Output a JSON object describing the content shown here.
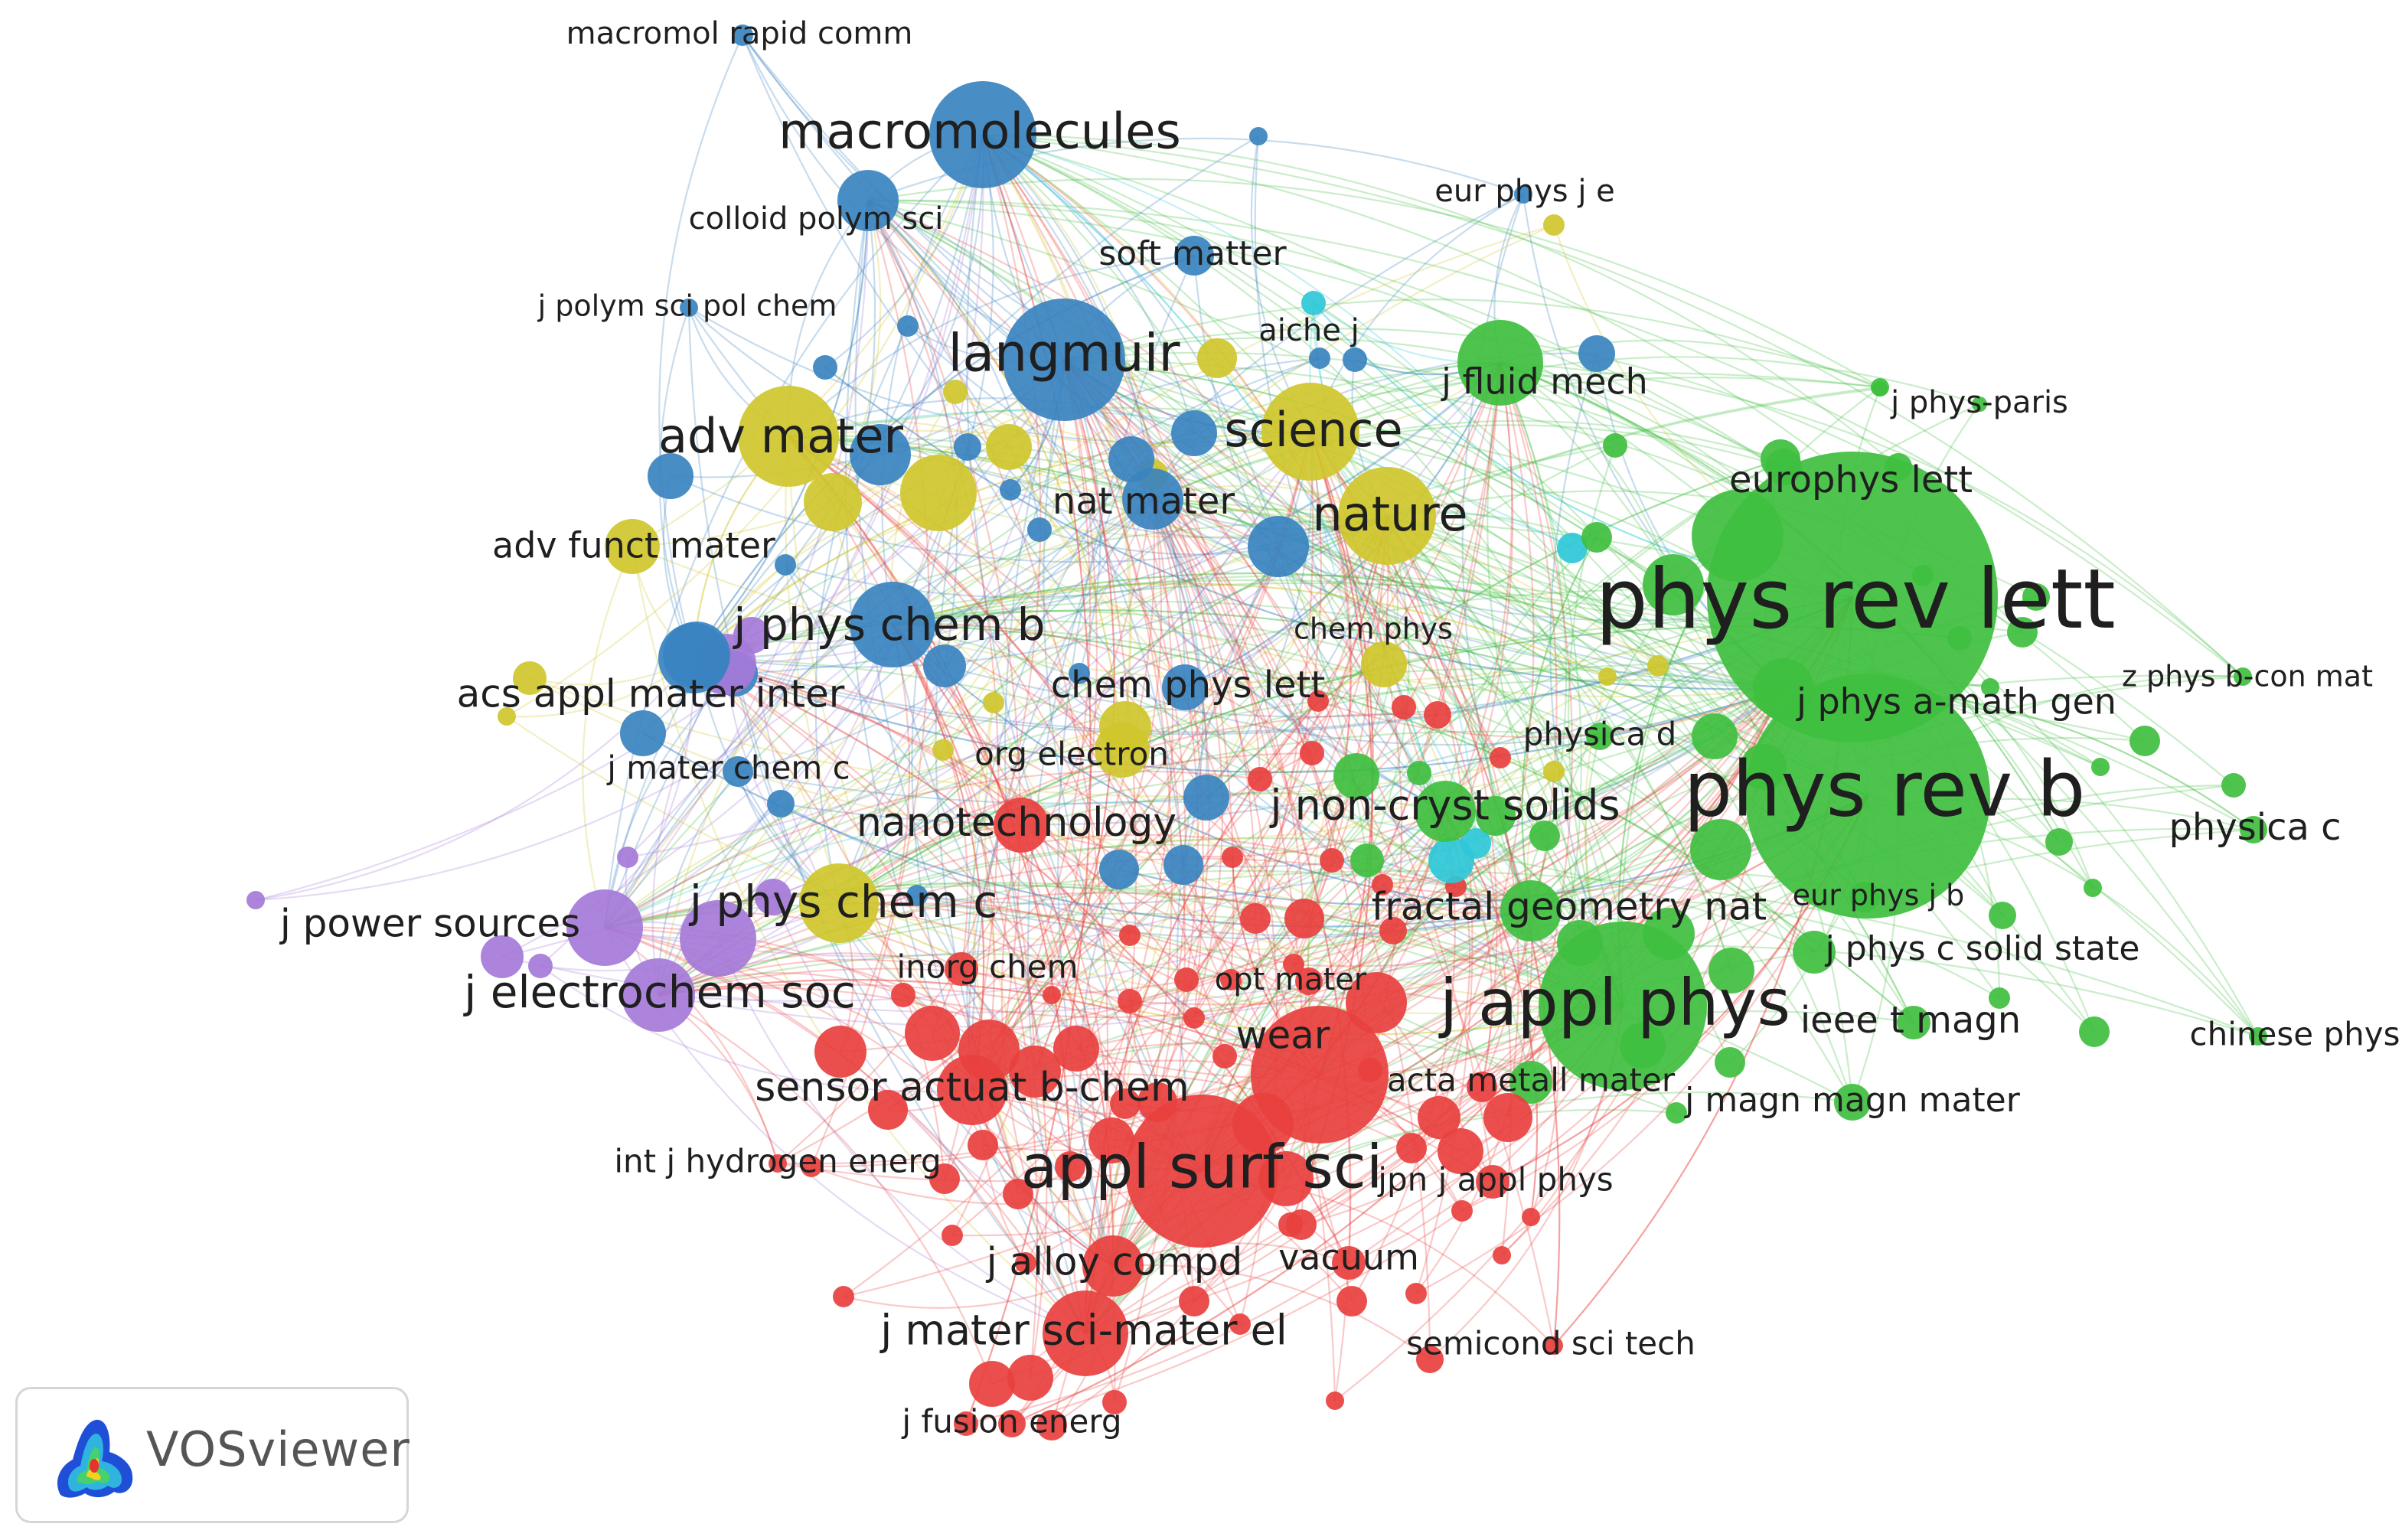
{
  "app": {
    "logo_text": "VOSviewer"
  },
  "colors": {
    "red": "#e8403e",
    "green": "#3fbf3f",
    "blue": "#3a83c0",
    "yellow": "#cfc72c",
    "purple": "#a57ad8",
    "cyan": "#2ec8d8"
  },
  "nodes": [
    {
      "label": "macromol rapid comm",
      "cluster": "blue"
    },
    {
      "label": "macromolecules",
      "cluster": "blue"
    },
    {
      "label": "eur phys j e",
      "cluster": "blue"
    },
    {
      "label": "colloid polym sci",
      "cluster": "blue"
    },
    {
      "label": "soft matter",
      "cluster": "blue"
    },
    {
      "label": "j polym sci pol chem",
      "cluster": "blue"
    },
    {
      "label": "aiche j",
      "cluster": "cyan"
    },
    {
      "label": "langmuir",
      "cluster": "blue"
    },
    {
      "label": "j fluid mech",
      "cluster": "green"
    },
    {
      "label": "j phys-paris",
      "cluster": "green"
    },
    {
      "label": "adv mater",
      "cluster": "yellow"
    },
    {
      "label": "science",
      "cluster": "yellow"
    },
    {
      "label": "europhys lett",
      "cluster": "green"
    },
    {
      "label": "nat mater",
      "cluster": "blue"
    },
    {
      "label": "nature",
      "cluster": "yellow"
    },
    {
      "label": "adv funct mater",
      "cluster": "yellow"
    },
    {
      "label": "phys rev lett",
      "cluster": "green"
    },
    {
      "label": "j phys chem b",
      "cluster": "blue"
    },
    {
      "label": "chem phys",
      "cluster": "yellow"
    },
    {
      "label": "z phys b-con mat",
      "cluster": "green"
    },
    {
      "label": "acs appl mater inter",
      "cluster": "blue"
    },
    {
      "label": "chem phys lett",
      "cluster": "blue"
    },
    {
      "label": "j phys a-math gen",
      "cluster": "green"
    },
    {
      "label": "physica d",
      "cluster": "green"
    },
    {
      "label": "j mater chem c",
      "cluster": "blue"
    },
    {
      "label": "org electron",
      "cluster": "yellow"
    },
    {
      "label": "phys rev b",
      "cluster": "green"
    },
    {
      "label": "j non-cryst solids",
      "cluster": "green"
    },
    {
      "label": "physica c",
      "cluster": "green"
    },
    {
      "label": "nanotechnology",
      "cluster": "red"
    },
    {
      "label": "j power sources",
      "cluster": "purple"
    },
    {
      "label": "j phys chem c",
      "cluster": "yellow"
    },
    {
      "label": "fractal geometry nat",
      "cluster": "green"
    },
    {
      "label": "eur phys j b",
      "cluster": "green"
    },
    {
      "label": "j phys c solid state",
      "cluster": "green"
    },
    {
      "label": "inorg chem",
      "cluster": "red"
    },
    {
      "label": "opt mater",
      "cluster": "red"
    },
    {
      "label": "j electrochem soc",
      "cluster": "purple"
    },
    {
      "label": "j appl phys",
      "cluster": "green"
    },
    {
      "label": "ieee t magn",
      "cluster": "green"
    },
    {
      "label": "chinese phys",
      "cluster": "green"
    },
    {
      "label": "wear",
      "cluster": "red"
    },
    {
      "label": "sensor actuat b-chem",
      "cluster": "red"
    },
    {
      "label": "acta metall mater",
      "cluster": "green"
    },
    {
      "label": "j magn magn mater",
      "cluster": "green"
    },
    {
      "label": "int j hydrogen energ",
      "cluster": "red"
    },
    {
      "label": "appl surf sci",
      "cluster": "red"
    },
    {
      "label": "jpn j appl phys",
      "cluster": "red"
    },
    {
      "label": "j alloy compd",
      "cluster": "red"
    },
    {
      "label": "vacuum",
      "cluster": "red"
    },
    {
      "label": "semicond sci tech",
      "cluster": "red"
    },
    {
      "label": "j mater sci-mater el",
      "cluster": "red"
    },
    {
      "label": "j fusion energ",
      "cluster": "red"
    }
  ]
}
